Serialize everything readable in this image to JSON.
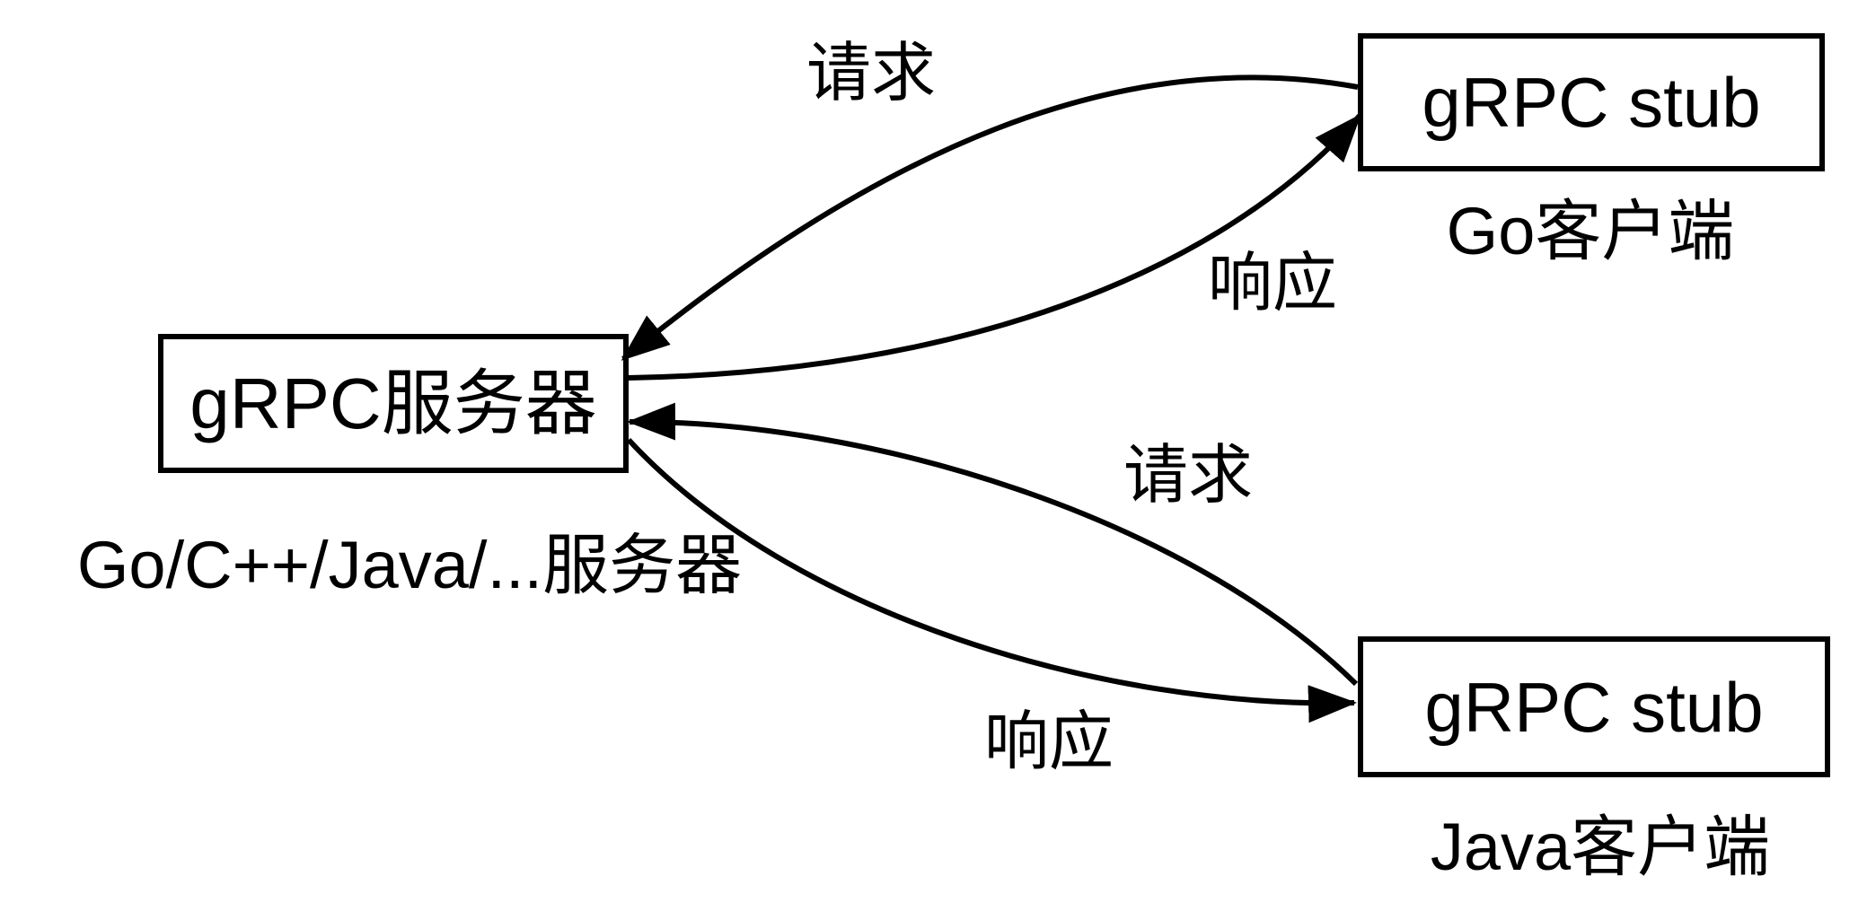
{
  "diagram": {
    "background_color": "#ffffff",
    "line_color": "#000000",
    "box_fill_color": "#ffffff",
    "text_color": "#000000",
    "server": {
      "title": "gRPC服务器",
      "caption": "Go/C++/Java/...服务器"
    },
    "go_client": {
      "title": "gRPC stub",
      "caption": "Go客户端"
    },
    "java_client": {
      "title": "gRPC stub",
      "caption": "Java客户端"
    },
    "edges": [
      {
        "id": "go-request",
        "label": "请求",
        "from": "gRPC stub (Go客户端)",
        "to": "gRPC服务器"
      },
      {
        "id": "go-response",
        "label": "响应",
        "from": "gRPC服务器",
        "to": "gRPC stub (Go客户端)"
      },
      {
        "id": "java-request",
        "label": "请求",
        "from": "gRPC stub (Java客户端)",
        "to": "gRPC服务器"
      },
      {
        "id": "java-response",
        "label": "响应",
        "from": "gRPC服务器",
        "to": "gRPC stub (Java客户端)"
      }
    ]
  }
}
